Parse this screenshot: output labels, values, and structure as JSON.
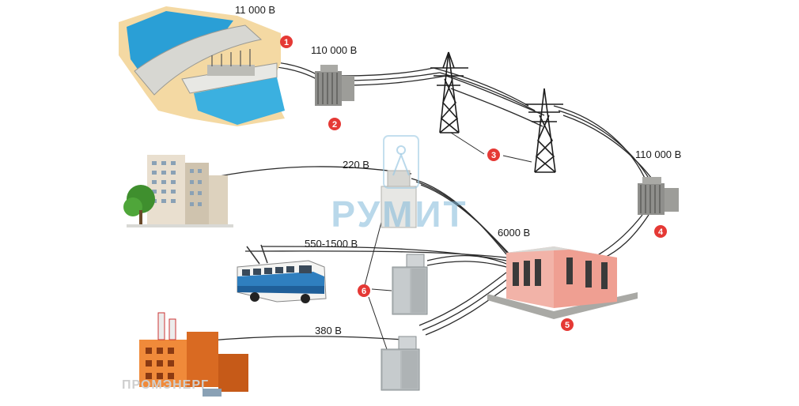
{
  "voltages": {
    "plant": "11 000 В",
    "step_up": "110 000 В",
    "step_down": "110 000 В",
    "house": "220 В",
    "trolleybus": "550-1500 В",
    "distribution": "6000 В",
    "factory": "380 В"
  },
  "markers": [
    "1",
    "2",
    "3",
    "4",
    "5",
    "6"
  ],
  "watermarks": {
    "main": "РУМИТ",
    "corner": "ПРОМЭНЕРГ"
  },
  "colors": {
    "marker": "#e53935",
    "water": "#2a9fd6",
    "substation_wall": "#f2b3a8",
    "wire": "#2b2b2b",
    "watermark": "#7fb8d8"
  }
}
